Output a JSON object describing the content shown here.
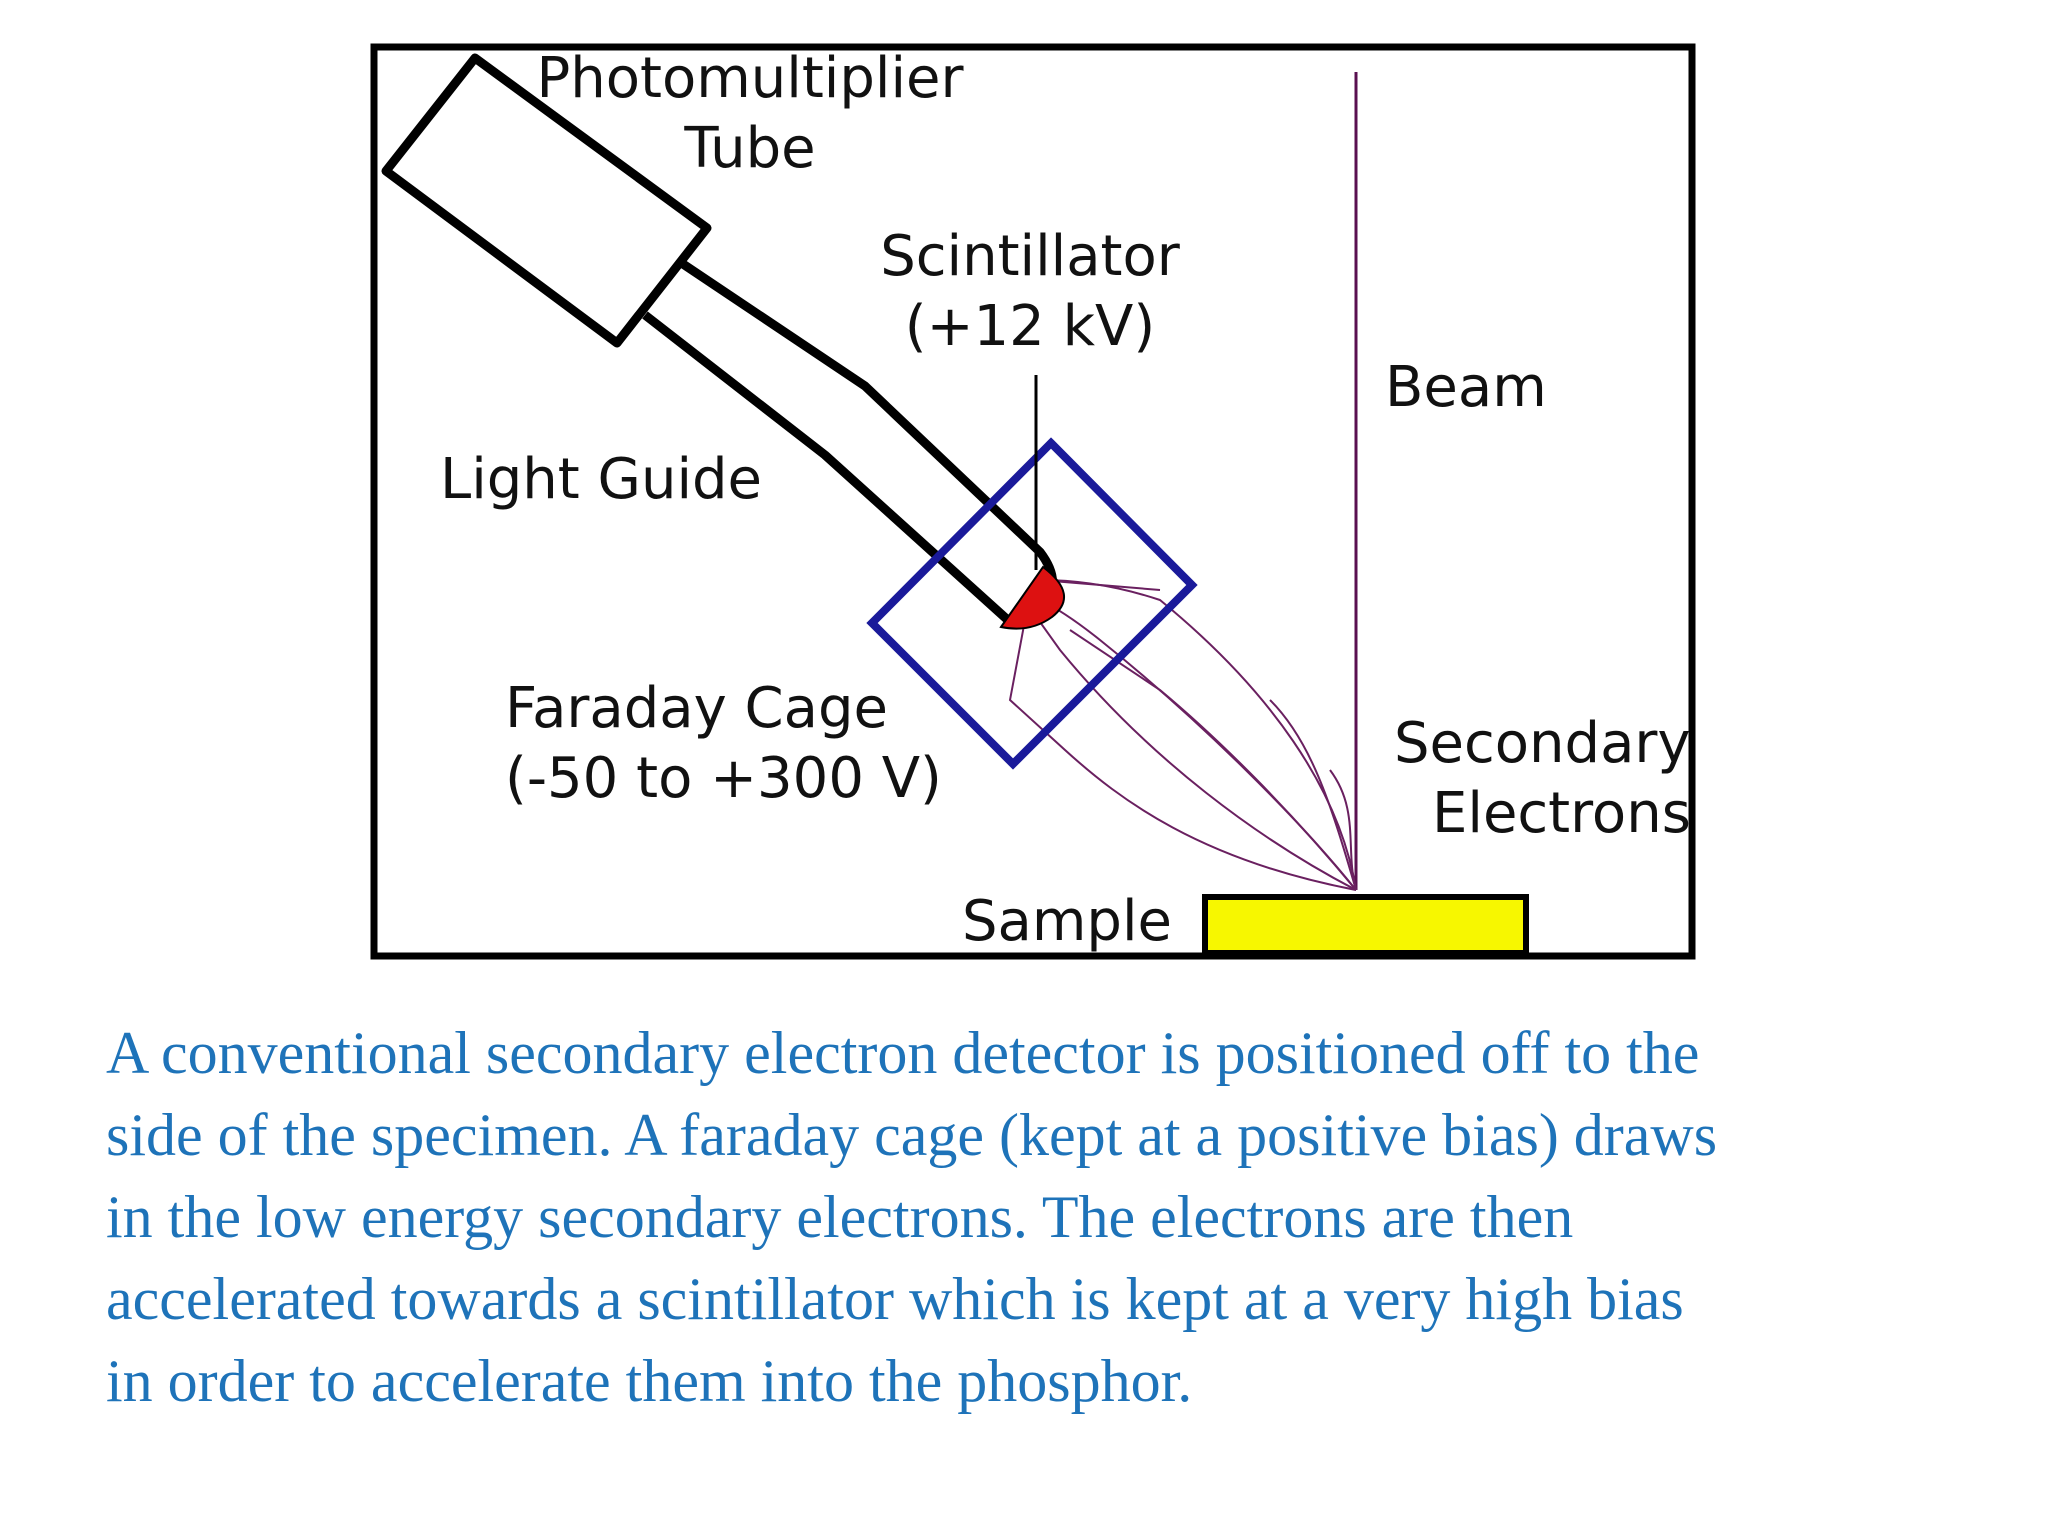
{
  "diagram": {
    "labels": {
      "pmt_line1": "Photomultiplier",
      "pmt_line2": "Tube",
      "scintillator_line1": "Scintillator",
      "scintillator_line2": "(+12 kV)",
      "beam": "Beam",
      "light_guide": "Light Guide",
      "faraday_line1": "Faraday Cage",
      "faraday_line2": "(-50 to +300 V)",
      "secondary_line1": "Secondary",
      "secondary_line2": "Electrons",
      "sample": "Sample"
    },
    "colors": {
      "frame": "#000000",
      "faraday_cage": "#1a1a9a",
      "scintillator": "#dd1111",
      "sample": "#f7f700",
      "beam": "#5a1050",
      "electron_paths": "#6a2060"
    }
  },
  "caption": {
    "lines": [
      "A conventional secondary electron detector is positioned off to the",
      "side of the specimen. A faraday cage (kept at a positive bias) draws",
      "in the low energy secondary electrons. The electrons are then",
      "accelerated towards a scintillator which is kept at a very high bias",
      "in order to accelerate them into the phosphor."
    ]
  }
}
